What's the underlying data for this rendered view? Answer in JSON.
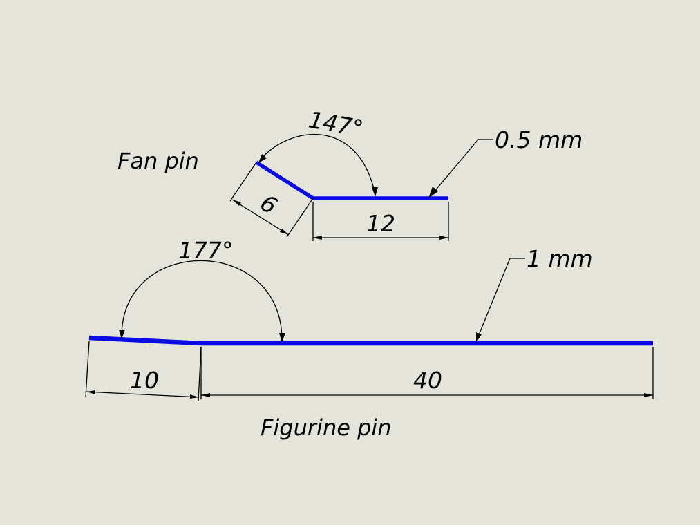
{
  "colors": {
    "background": "#e5e4da",
    "pin_line": "#0a0ae6",
    "annotation": "#000000"
  },
  "fan_pin": {
    "title": "Fan pin",
    "angle_label": "147°",
    "short_length": "6",
    "long_length": "12",
    "thickness_label": "0.5 mm"
  },
  "figurine_pin": {
    "title": "Figurine pin",
    "angle_label": "177°",
    "short_length": "10",
    "long_length": "40",
    "thickness_label": "1 mm"
  }
}
